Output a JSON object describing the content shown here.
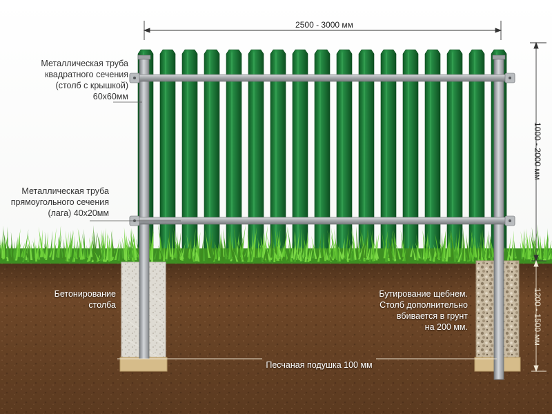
{
  "diagram": {
    "labels": {
      "square_pipe": [
        "Металлическая труба",
        "квадратного сечения",
        "(столб с крышкой)",
        "60х60мм"
      ],
      "rect_pipe": [
        "Металлическая труба",
        "прямоугольного сечения",
        "(лага) 40х20мм"
      ],
      "concreting": [
        "Бетонирование",
        "столба"
      ],
      "rubble": [
        "Бутирование щебнем.",
        "Столб дополнительно",
        "вбивается в грунт",
        "на 200 мм."
      ],
      "sand_cushion": "Песчаная подушка 100 мм"
    },
    "dimensions": {
      "width": "2500 - 3000 мм",
      "height": "1000 - 2000 мм",
      "depth": "1200 - 1500 мм"
    },
    "colors": {
      "picket": "#1f7a3a",
      "picket_dark": "#125a26",
      "post": "#9a9da0",
      "soil": "#6b4527",
      "grass": "#4fae2d",
      "concrete": "#d9d6cf",
      "rubble": "#b9a98f",
      "sand": "#d6bc8a"
    }
  }
}
